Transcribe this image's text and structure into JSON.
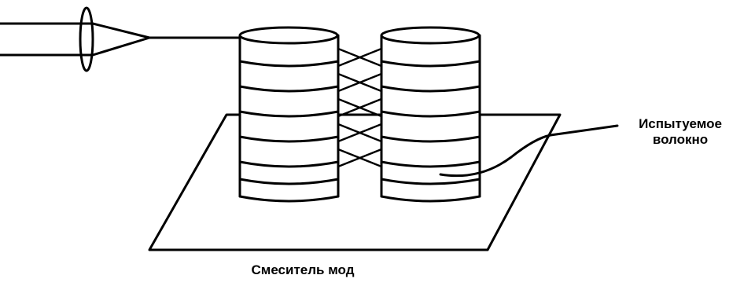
{
  "labels": {
    "test_fiber_line1": "Испытуемое",
    "test_fiber_line2": "волокно",
    "mode_mixer": "Смеситель мод"
  }
}
